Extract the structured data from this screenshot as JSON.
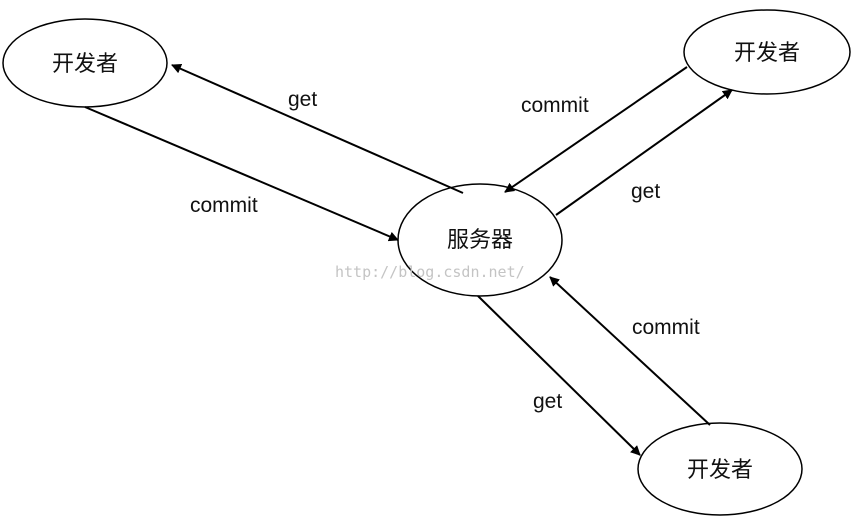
{
  "nodes": {
    "developer_left": "开发者",
    "developer_top_right": "开发者",
    "server": "服务器",
    "developer_bottom_right": "开发者"
  },
  "edges": {
    "server_to_left_get": "get",
    "left_to_server_commit": "commit",
    "top_right_to_server_commit": "commit",
    "server_to_top_right_get": "get",
    "bottom_right_to_server_commit": "commit",
    "server_to_bottom_right_get": "get"
  },
  "watermark": "http://blog.csdn.net/",
  "colors": {
    "stroke": "#000000",
    "fill": "#ffffff",
    "watermark": "#c4c4c4"
  }
}
